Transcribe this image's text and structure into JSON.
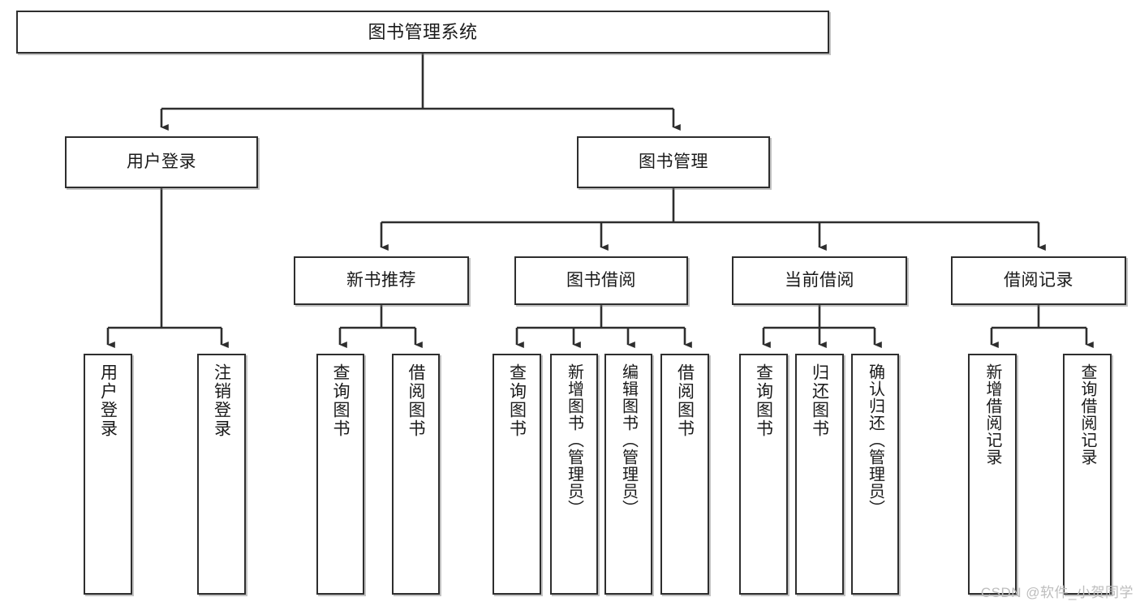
{
  "diagram": {
    "title": "图书管理系统",
    "type": "tree-hierarchy-diagram",
    "stroke_color": "#2e2e2e",
    "fill_color": "#ffffff",
    "text_color": "#1a1a1a"
  },
  "root": {
    "label": "图书管理系统"
  },
  "level2": [
    {
      "label": "用户登录"
    },
    {
      "label": "图书管理"
    }
  ],
  "level3": [
    {
      "label": "新书推荐"
    },
    {
      "label": "图书借阅"
    },
    {
      "label": "当前借阅"
    },
    {
      "label": "借阅记录"
    }
  ],
  "leaves": {
    "user_login": [
      {
        "label": "用户登录"
      },
      {
        "label": "注销登录"
      }
    ],
    "new_book_recommend": [
      {
        "label": "查询图书"
      },
      {
        "label": "借阅图书"
      }
    ],
    "book_borrow": [
      {
        "label": "查询图书"
      },
      {
        "label": "新增图书（管理员）"
      },
      {
        "label": "编辑图书（管理员）"
      },
      {
        "label": "借阅图书"
      }
    ],
    "current_borrow": [
      {
        "label": "查询图书"
      },
      {
        "label": "归还图书"
      },
      {
        "label": "确认归还（管理员）"
      }
    ],
    "borrow_record": [
      {
        "label": "新增借阅记录"
      },
      {
        "label": "查询借阅记录"
      }
    ]
  },
  "watermark": {
    "text": "CSDN @软件_小贺同学"
  }
}
